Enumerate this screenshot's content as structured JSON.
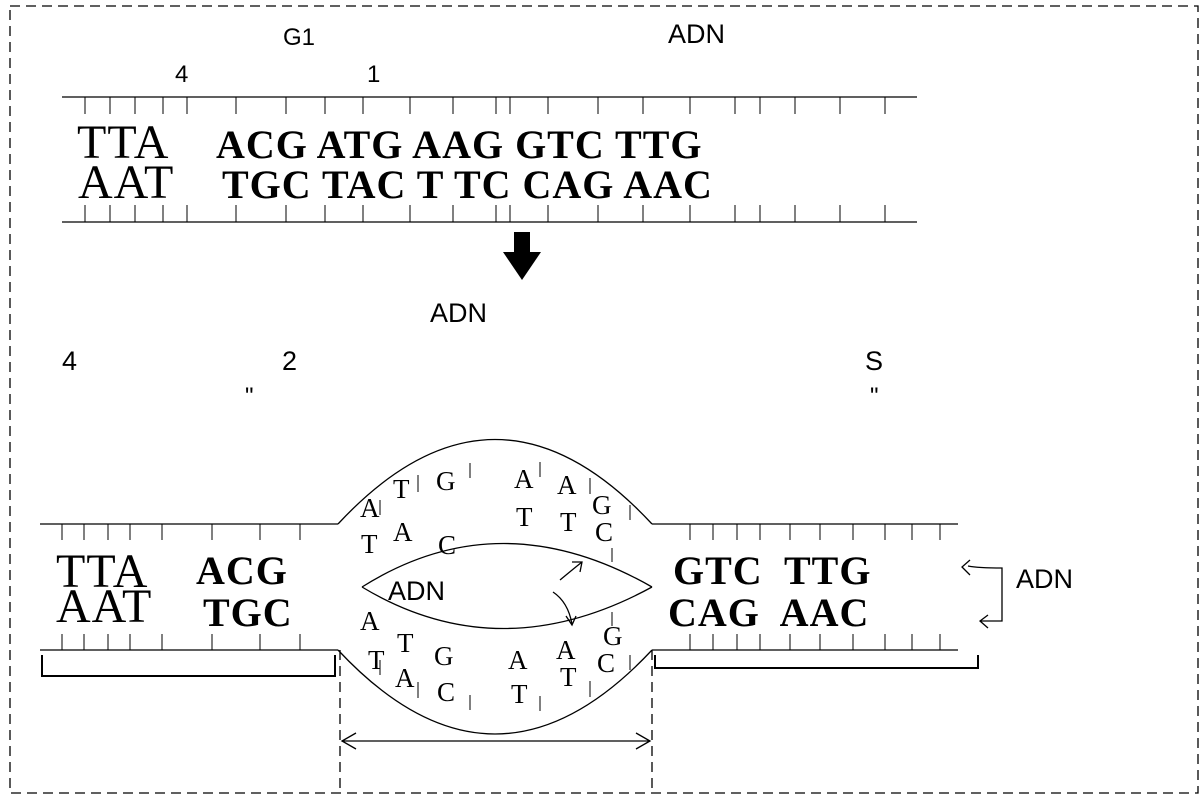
{
  "labels": {
    "top_g1": "G1",
    "top_adn": "ADN",
    "top_4": "4",
    "top_1": "1",
    "mid_adn": "ADN",
    "mid_4": "4",
    "mid_2": "2",
    "mid_s": "S",
    "quote_left": "\"",
    "quote_right": "\"",
    "bubble_adn": "ADN",
    "right_adn": "ADN"
  },
  "top_dna": {
    "upper_bold": "TTA",
    "upper": "ACG ATG AAG GTC TTG",
    "lower_bold": "AAT",
    "lower": "TGC TAC T TC CAG AAC"
  },
  "bottom_left": {
    "upper_bold": "TTA",
    "upper": "ACG",
    "lower_bold": "AAT",
    "lower": "TGC"
  },
  "bottom_right": {
    "upper": "GTC  TTG",
    "lower": "CAG  AAC"
  },
  "bubble": {
    "upper_letters": [
      "A",
      "T",
      "A",
      "T",
      "G",
      "C",
      "A",
      "T",
      "A",
      "T",
      "G",
      "C"
    ],
    "lower_letters": [
      "A",
      "T",
      "T",
      "A",
      "G",
      "C",
      "A",
      "T",
      "A",
      "T",
      "G",
      "C"
    ]
  }
}
